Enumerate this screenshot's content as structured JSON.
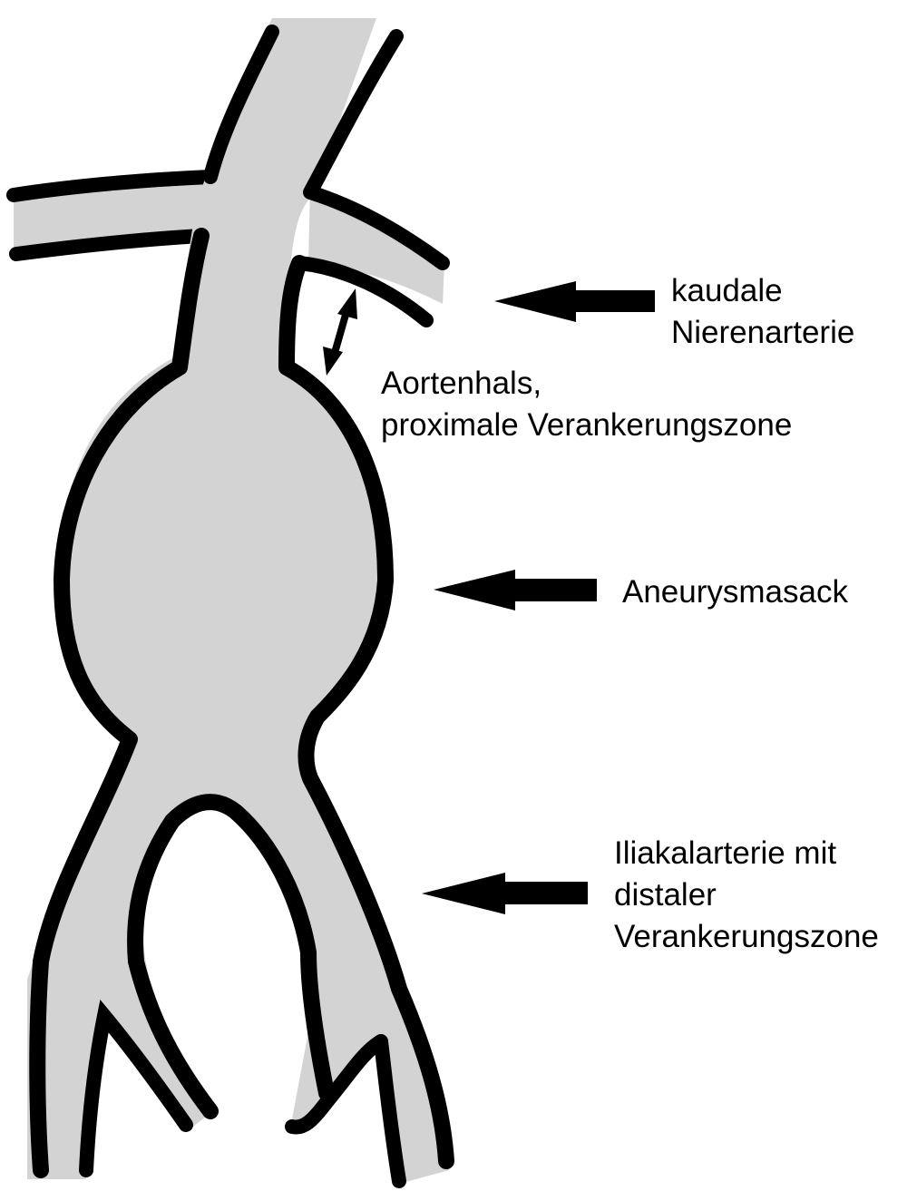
{
  "colors": {
    "vessel_fill": "#d3d3d3",
    "vessel_wall": "#000000",
    "arrow": "#000000",
    "background": "#ffffff"
  },
  "labels": {
    "renal_artery": [
      "kaudale",
      "Nierenarterie"
    ],
    "aortic_neck": [
      "Aortenhals,",
      "proximale Verankerungszone"
    ],
    "aneurysm_sac": [
      "Aneurysmasack"
    ],
    "iliac_artery": [
      "Iliakalarterie mit",
      "distaler",
      "Verankerungszone"
    ]
  },
  "icons": {
    "pointer_arrows": "arrow-left-icon",
    "neck_length_marker": "double-arrow-icon"
  }
}
